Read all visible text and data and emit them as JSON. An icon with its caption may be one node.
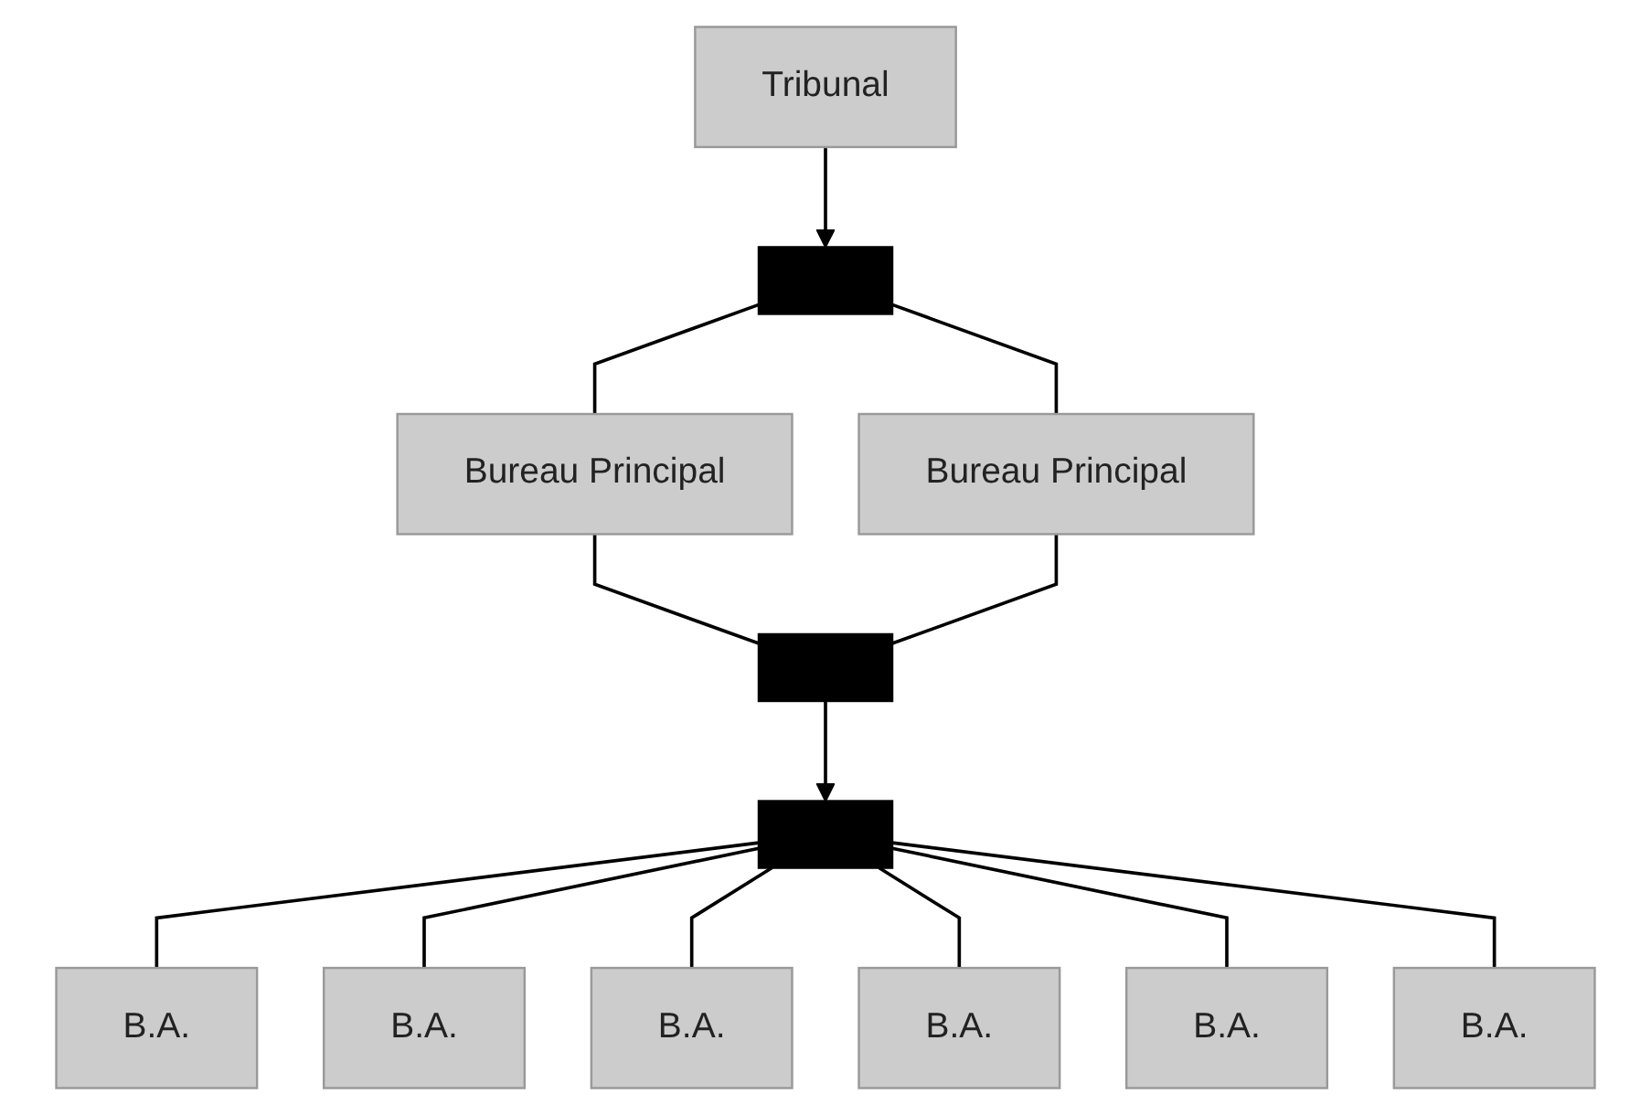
{
  "diagram": {
    "nodes": [
      {
        "text": [
          "Tribunal"
        ]
      },
      {
        "text": [],
        "shape": "bar"
      },
      {
        "text": [
          "Bureau Principal"
        ]
      },
      {
        "text": [
          "Bureau Principal"
        ]
      },
      {
        "text": [],
        "shape": "bar"
      },
      {
        "text": [],
        "shape": "bar"
      },
      {
        "text": [
          "B.A."
        ]
      },
      {
        "text": [
          "B.A."
        ]
      },
      {
        "text": [
          "B.A."
        ]
      },
      {
        "text": [
          "B.A."
        ]
      },
      {
        "text": [
          "B.A."
        ]
      },
      {
        "text": [
          "B.A."
        ]
      }
    ],
    "edges": [
      {
        "from": 0,
        "to": 1,
        "arrow": "to"
      },
      {
        "from": 1,
        "to": 2,
        "arrow": "none"
      },
      {
        "from": 1,
        "to": 3,
        "arrow": "none"
      },
      {
        "from": 2,
        "to": 4,
        "arrow": "none"
      },
      {
        "from": 3,
        "to": 4,
        "arrow": "none"
      },
      {
        "from": 4,
        "to": 5,
        "arrow": "to"
      },
      {
        "from": 5,
        "to": 6,
        "arrow": "none"
      },
      {
        "from": 5,
        "to": 7,
        "arrow": "none"
      },
      {
        "from": 5,
        "to": 8,
        "arrow": "none"
      },
      {
        "from": 5,
        "to": 9,
        "arrow": "none"
      },
      {
        "from": 5,
        "to": 10,
        "arrow": "none"
      },
      {
        "from": 5,
        "to": 11,
        "arrow": "none"
      }
    ]
  }
}
